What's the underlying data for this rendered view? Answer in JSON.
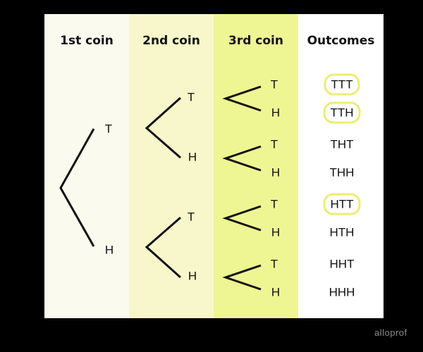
{
  "diagram": {
    "type": "tree-diagram",
    "subject": "Three coin tosses",
    "columns": [
      {
        "id": "col1",
        "header": "1st coin",
        "color": "#fafaee"
      },
      {
        "id": "col2",
        "header": "2nd coin",
        "color": "#f7f7cb"
      },
      {
        "id": "col3",
        "header": "3rd coin",
        "color": "#eef593"
      },
      {
        "id": "col4",
        "header": "Outcomes",
        "color": "#ffffff"
      }
    ],
    "first_coin": {
      "labels": [
        "T",
        "H"
      ]
    },
    "second_coin": {
      "labels": [
        "T",
        "H",
        "T",
        "H"
      ]
    },
    "third_coin": {
      "labels": [
        "T",
        "H",
        "T",
        "H",
        "T",
        "H",
        "T",
        "H"
      ]
    },
    "outcomes": [
      {
        "text": "TTT",
        "highlighted": true
      },
      {
        "text": "TTH",
        "highlighted": true
      },
      {
        "text": "THT",
        "highlighted": false
      },
      {
        "text": "THH",
        "highlighted": false
      },
      {
        "text": "HTT",
        "highlighted": true
      },
      {
        "text": "HTH",
        "highlighted": false
      },
      {
        "text": "HHT",
        "highlighted": false
      },
      {
        "text": "HHH",
        "highlighted": false
      }
    ],
    "highlight_color": "#eded72"
  },
  "branding": {
    "logo": "alloprof"
  }
}
